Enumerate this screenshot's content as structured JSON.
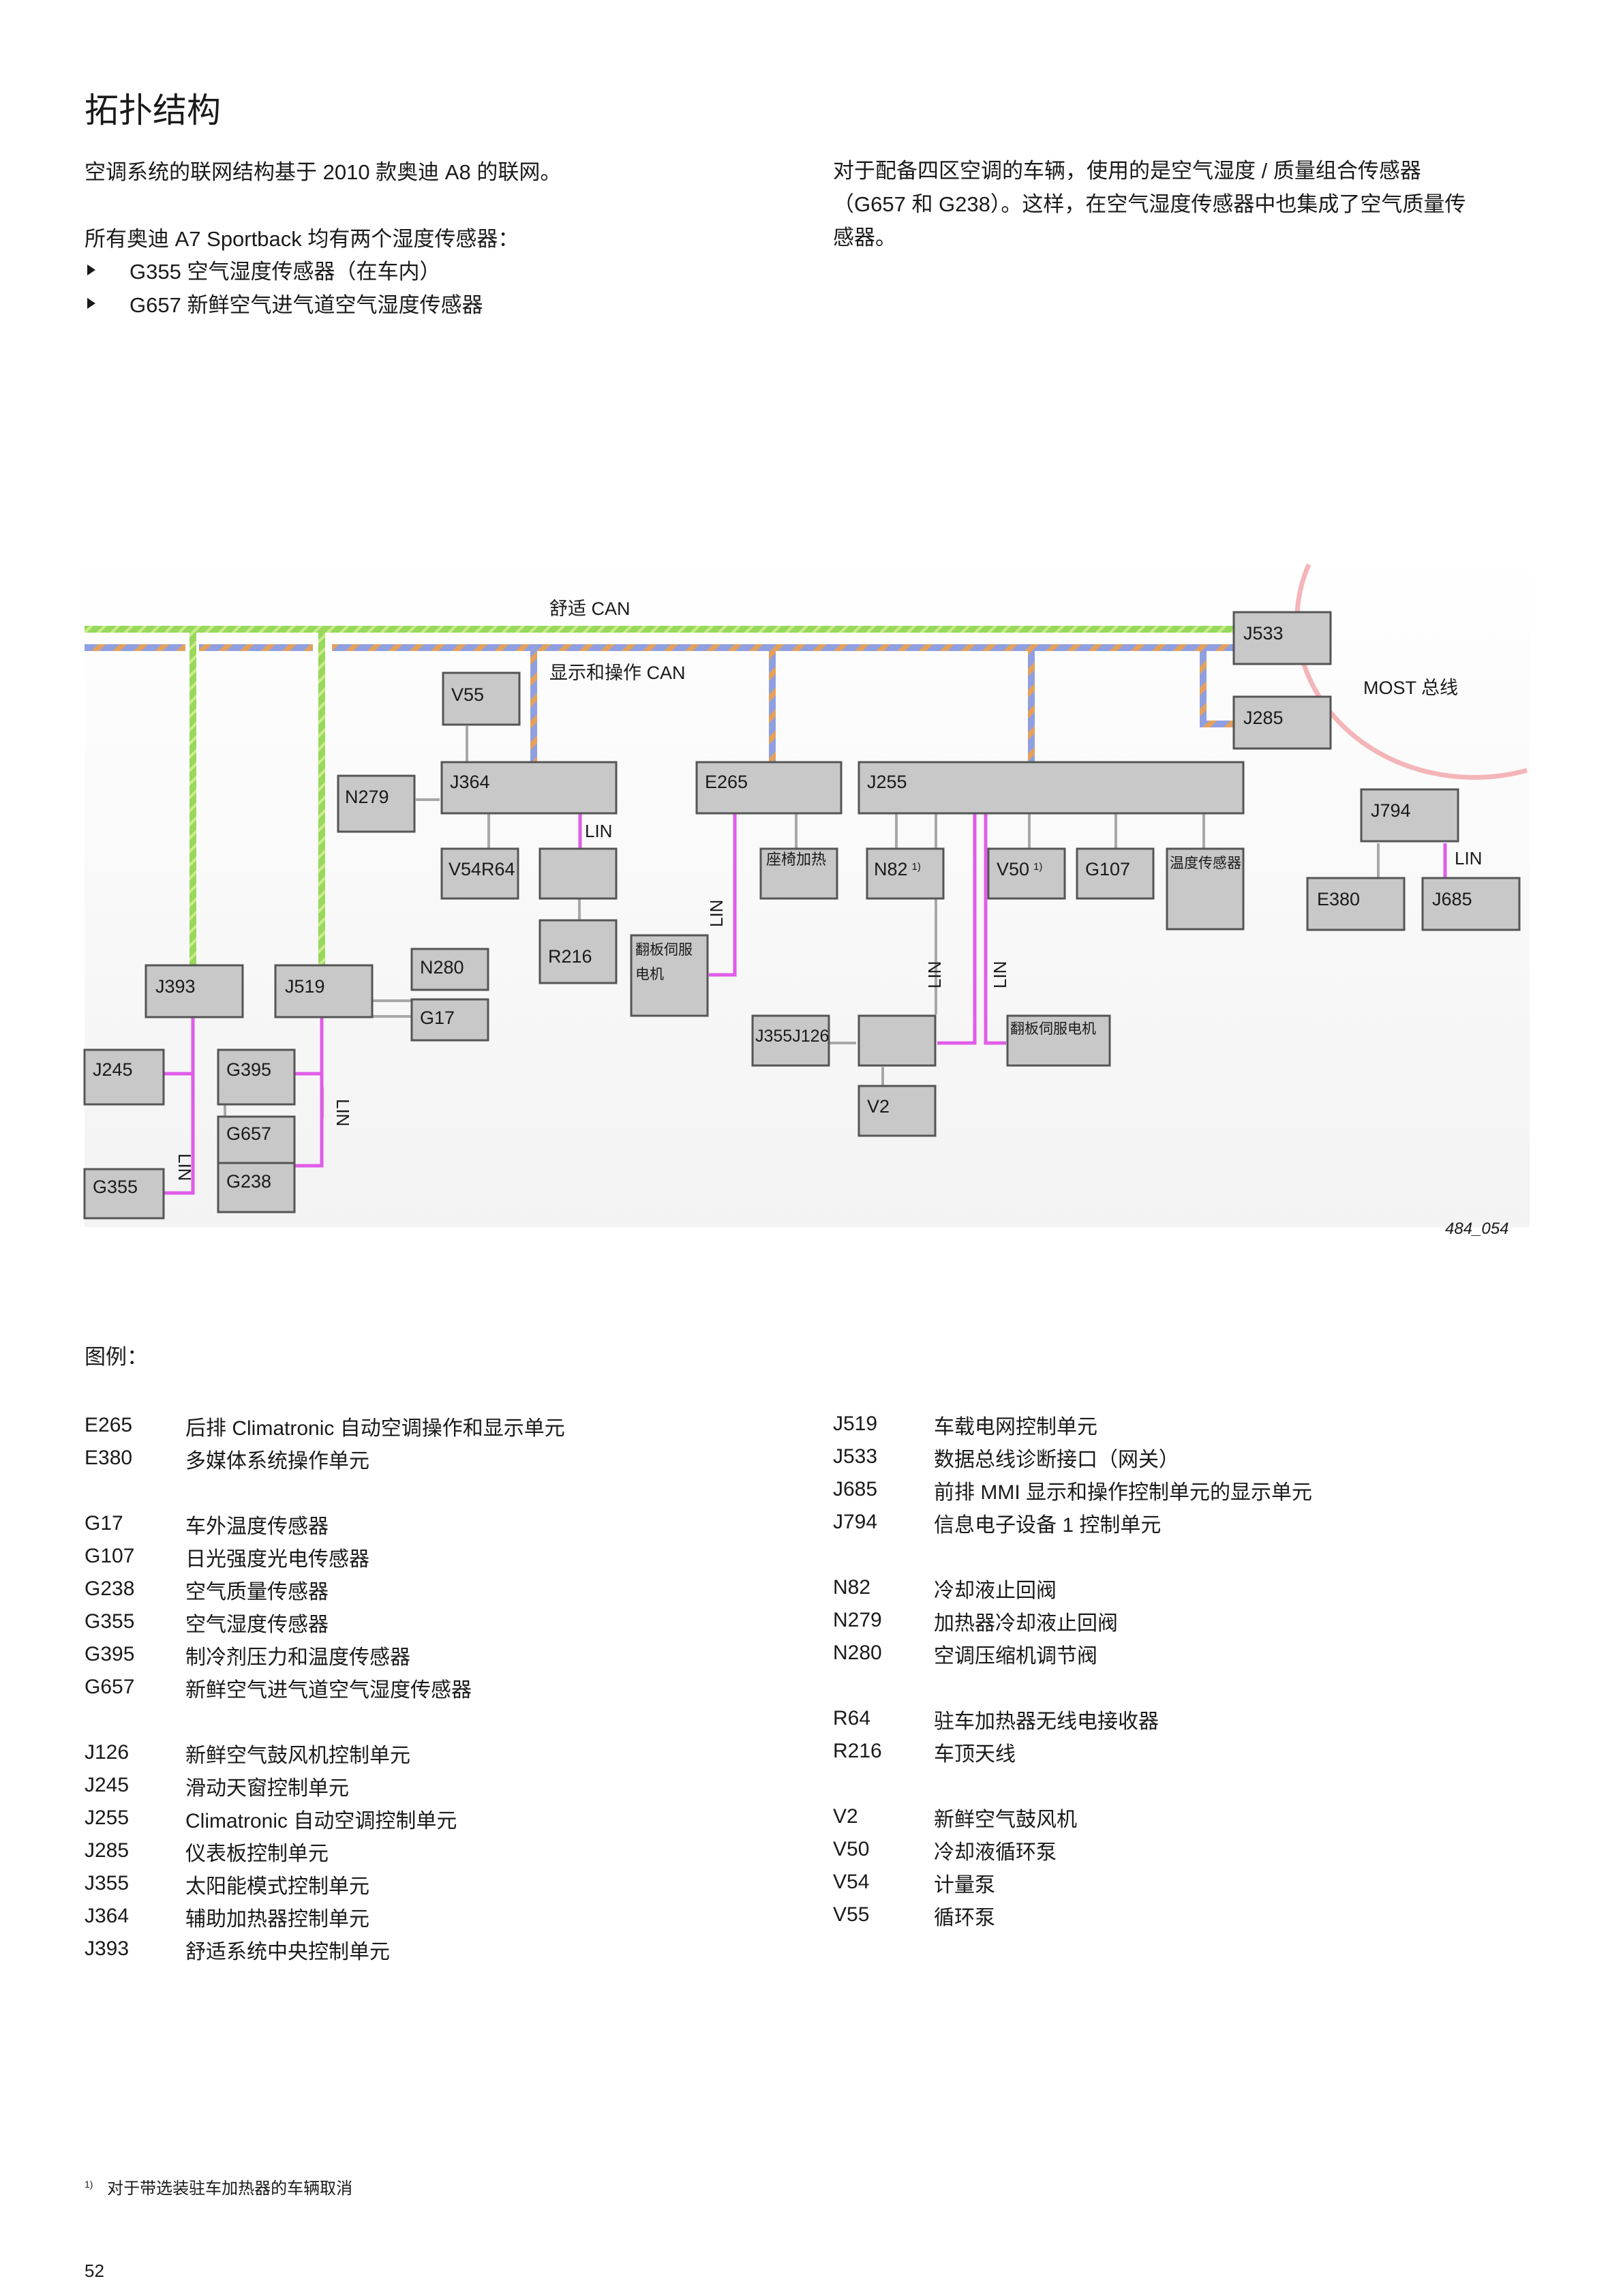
{
  "page": {
    "title": "拓扑结构",
    "intro_left": {
      "line1": "空调系统的联网结构基于 2010 款奥迪 A8 的联网。",
      "line2": "所有奥迪 A7 Sportback 均有两个湿度传感器：",
      "bullets": [
        "G355 空气湿度传感器（在车内）",
        "G657 新鲜空气进气道空气湿度传感器"
      ]
    },
    "intro_right": {
      "lines": [
        "对于配备四区空调的车辆，使用的是空气湿度 / 质量组合传感器",
        "（G657 和 G238）。这样，在空气湿度传感器中也集成了空气质量传",
        "感器。"
      ]
    },
    "figure_id": "484_054",
    "legend_heading": "图例：",
    "legend_left": [
      {
        "code": "E265",
        "desc": "后排 Climatronic 自动空调操作和显示单元"
      },
      {
        "code": "E380",
        "desc": "多媒体系统操作单元"
      },
      {
        "code": "G17",
        "desc": "车外温度传感器"
      },
      {
        "code": "G107",
        "desc": "日光强度光电传感器"
      },
      {
        "code": "G238",
        "desc": "空气质量传感器"
      },
      {
        "code": "G355",
        "desc": "空气湿度传感器"
      },
      {
        "code": "G395",
        "desc": "制冷剂压力和温度传感器"
      },
      {
        "code": "G657",
        "desc": "新鲜空气进气道空气湿度传感器"
      },
      {
        "code": "J126",
        "desc": "新鲜空气鼓风机控制单元"
      },
      {
        "code": "J245",
        "desc": "滑动天窗控制单元"
      },
      {
        "code": "J255",
        "desc": "Climatronic 自动空调控制单元"
      },
      {
        "code": "J285",
        "desc": "仪表板控制单元"
      },
      {
        "code": "J355",
        "desc": "太阳能模式控制单元"
      },
      {
        "code": "J364",
        "desc": "辅助加热器控制单元"
      },
      {
        "code": "J393",
        "desc": "舒适系统中央控制单元"
      }
    ],
    "legend_right": [
      {
        "code": "J519",
        "desc": "车载电网控制单元"
      },
      {
        "code": "J533",
        "desc": "数据总线诊断接口（网关）"
      },
      {
        "code": "J685",
        "desc": "前排 MMI 显示和操作控制单元的显示单元"
      },
      {
        "code": "J794",
        "desc": "信息电子设备 1 控制单元"
      },
      {
        "code": "N82",
        "desc": "冷却液止回阀"
      },
      {
        "code": "N279",
        "desc": "加热器冷却液止回阀"
      },
      {
        "code": "N280",
        "desc": "空调压缩机调节阀"
      },
      {
        "code": "R64",
        "desc": "驻车加热器无线电接收器"
      },
      {
        "code": "R216",
        "desc": "车顶天线"
      },
      {
        "code": "V2",
        "desc": "新鲜空气鼓风机"
      },
      {
        "code": "V50",
        "desc": "冷却液循环泵"
      },
      {
        "code": "V54",
        "desc": "计量泵"
      },
      {
        "code": "V55",
        "desc": "循环泵"
      }
    ],
    "footnote_mark": "1)",
    "footnote_text": "对于带选装驻车加热器的车辆取消",
    "page_number": "52"
  },
  "diagram": {
    "bus_labels": {
      "comfort_can": "舒适 CAN",
      "display_can": "显示和操作 CAN",
      "most": "MOST 总线",
      "lin": "LIN"
    },
    "colors": {
      "comfort_can": "#8fd14f",
      "display_can": "#8f9fe0",
      "display_can_dash": "#e3a15d",
      "lin": "#e05ce8",
      "most": "#f4b5b8",
      "box_fill": "#c8c8c8",
      "box_stroke": "#555555",
      "wire": "#a8a8a8"
    },
    "boxes": {
      "J533": "J533",
      "J285": "J285",
      "J794": "J794",
      "E380": "E380",
      "J685": "J685",
      "V55": "V55",
      "J364": "J364",
      "N279": "N279",
      "V54R64": "V54R64",
      "R216": "R216",
      "E265": "E265",
      "flap_servo_1": "翻板伺服电机",
      "J255": "J255",
      "seat_heating": "座椅加热",
      "N82": "N82",
      "V50": "V50",
      "G107": "G107",
      "humidity_sensor": "温度传感器",
      "J355J126": "J355J126",
      "V2": "V2",
      "flap_servo_2": "翻板伺服电机",
      "J393": "J393",
      "J519": "J519",
      "N280": "N280",
      "G17": "G17",
      "J245": "J245",
      "G355": "G355",
      "G395": "G395",
      "G657": "G657",
      "G238": "G238"
    },
    "superscripts": {
      "N82": "1)",
      "V50": "1)"
    }
  }
}
